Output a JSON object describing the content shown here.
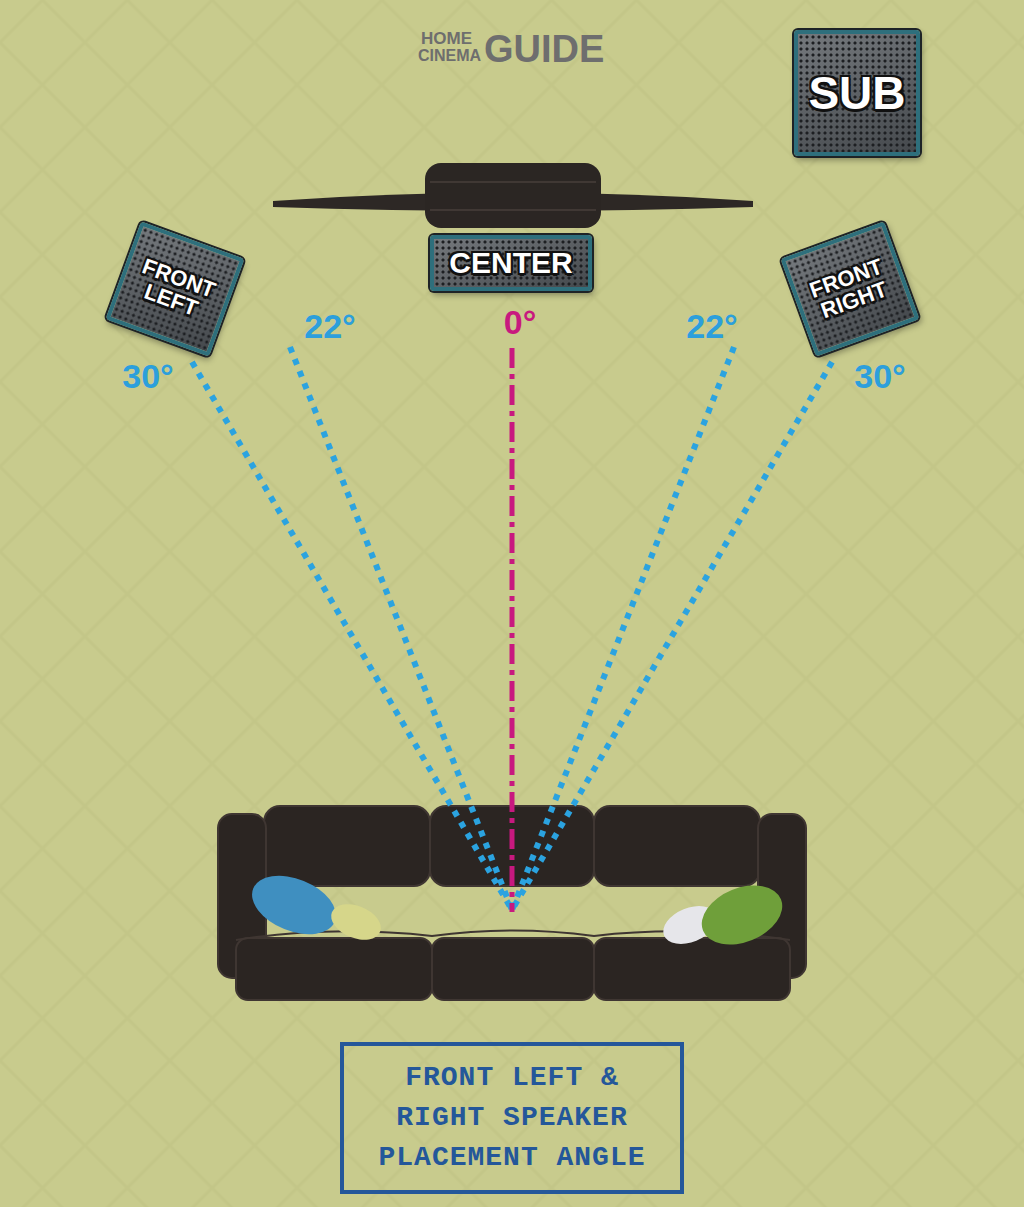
{
  "diagram": {
    "caption": "FRONT LEFT & RIGHT SPEAKER PLACEMENT ANGLE",
    "nodes": [
      {
        "text": [
          "SUB"
        ]
      },
      {
        "text": [
          "FRONT LEFT"
        ]
      },
      {
        "text": [
          "CENTER"
        ]
      },
      {
        "text": [
          "FRONT RIGHT"
        ]
      }
    ],
    "labels": [
      "HOME",
      "CINEMA",
      "GUIDE",
      "30°",
      "22°",
      "0°",
      "22°",
      "30°"
    ]
  }
}
